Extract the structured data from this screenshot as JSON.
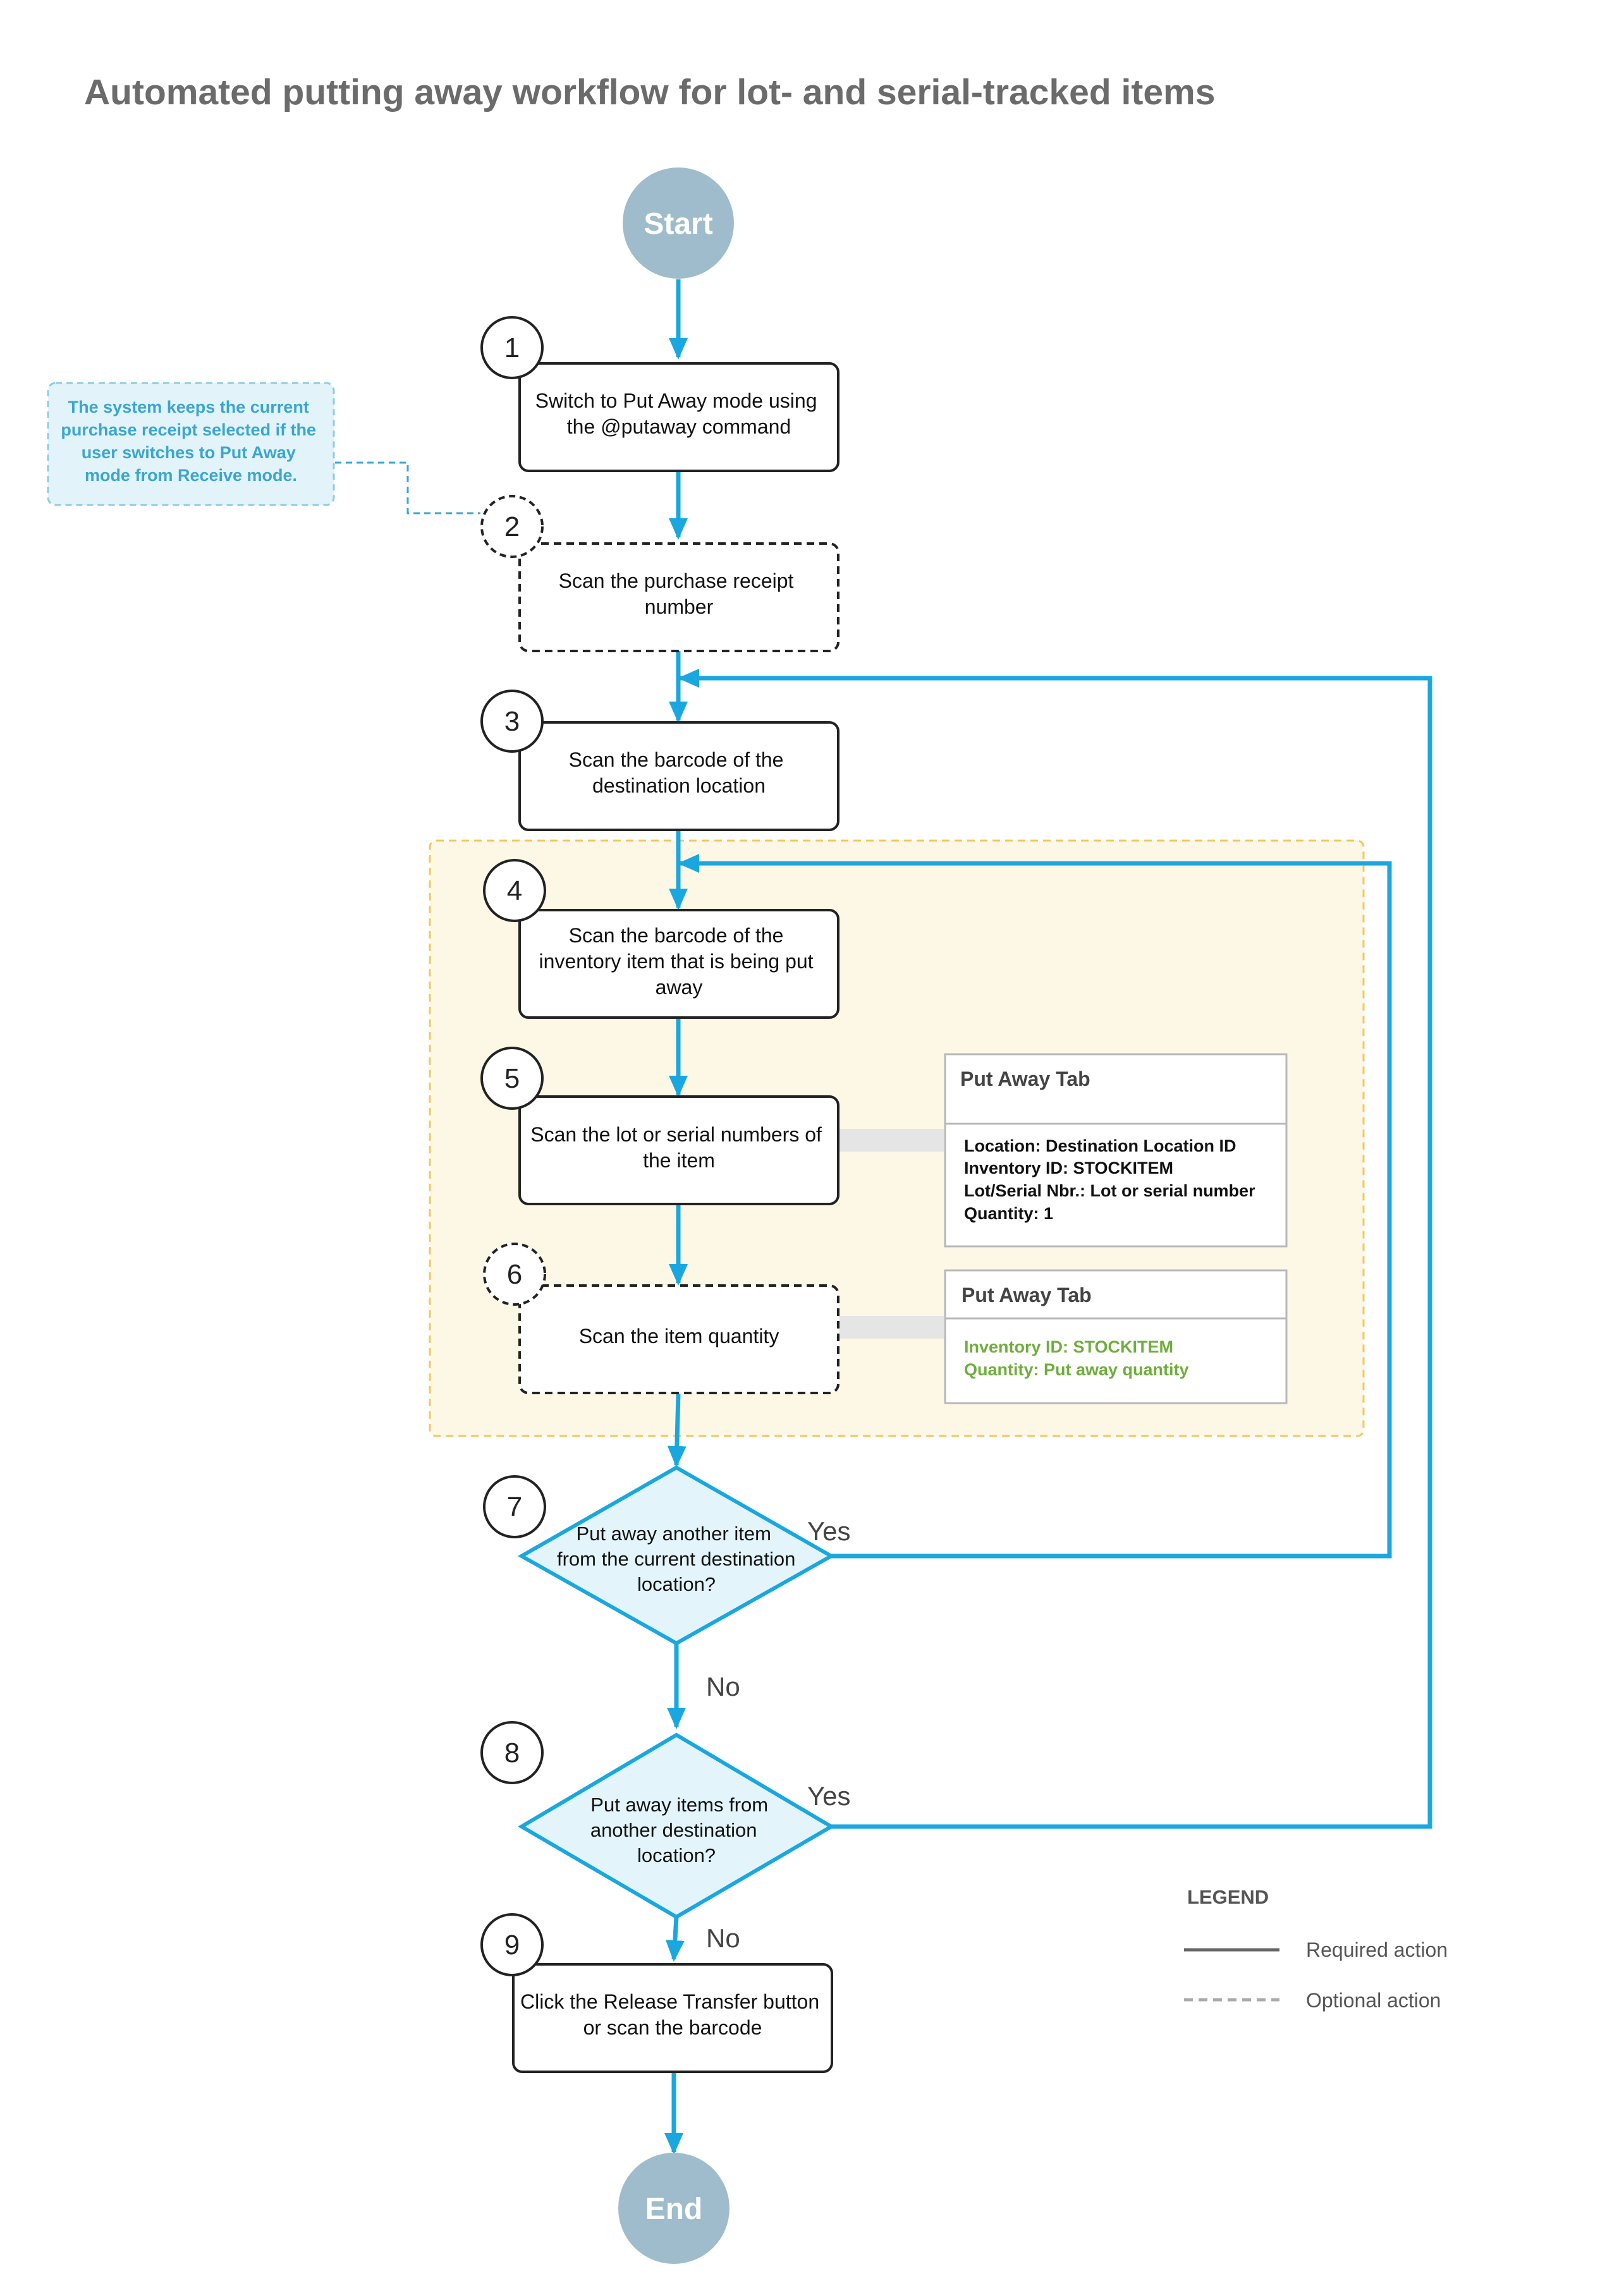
{
  "title": "Automated putting away workflow for lot- and serial-tracked items",
  "terminals": {
    "start": "Start",
    "end": "End"
  },
  "note": [
    "The system keeps the current",
    "purchase receipt selected if the",
    "user switches to Put Away",
    "mode from Receive mode."
  ],
  "steps": [
    {
      "num": "1",
      "lines": [
        "Switch to Put Away mode using",
        "the @putaway command"
      ],
      "optional": false
    },
    {
      "num": "2",
      "lines": [
        "Scan the purchase receipt",
        "number"
      ],
      "optional": true
    },
    {
      "num": "3",
      "lines": [
        "Scan the barcode of the",
        "destination location"
      ],
      "optional": false
    },
    {
      "num": "4",
      "lines": [
        "Scan the barcode of the",
        "inventory item that is being put",
        "away"
      ],
      "optional": false
    },
    {
      "num": "5",
      "lines": [
        "Scan the lot or serial numbers of",
        "the item"
      ],
      "optional": false
    },
    {
      "num": "6",
      "lines": [
        "Scan the item quantity"
      ],
      "optional": true
    },
    {
      "num": "9",
      "lines": [
        "Click the Release Transfer button",
        "or scan the barcode"
      ],
      "optional": false
    }
  ],
  "decisions": [
    {
      "num": "7",
      "lines": [
        "Put away another item",
        "from the current destination",
        "location?"
      ],
      "yes": "Yes",
      "no": "No"
    },
    {
      "num": "8",
      "lines": [
        "Put away items from",
        "another destination",
        "location?"
      ],
      "yes": "Yes",
      "no": "No"
    }
  ],
  "panels": [
    {
      "header": "Put Away Tab",
      "lines": [
        "Location: Destination Location ID",
        "Inventory ID: STOCKITEM",
        "Lot/Serial Nbr.: Lot or serial number",
        "Quantity: 1"
      ],
      "green": false
    },
    {
      "header": "Put Away Tab",
      "lines": [
        "Inventory ID: STOCKITEM",
        "Quantity: Put away quantity"
      ],
      "green": true
    }
  ],
  "legend": {
    "title": "LEGEND",
    "required": "Required action",
    "optional": "Optional action"
  },
  "colors": {
    "flow": "#1aa7e0",
    "terminal": "#9fbccc",
    "note_bg": "#e3f3fa",
    "group_bg": "#fdf8e6",
    "group_border": "#f2c85a",
    "decision_fill": "#e3f5fb"
  }
}
